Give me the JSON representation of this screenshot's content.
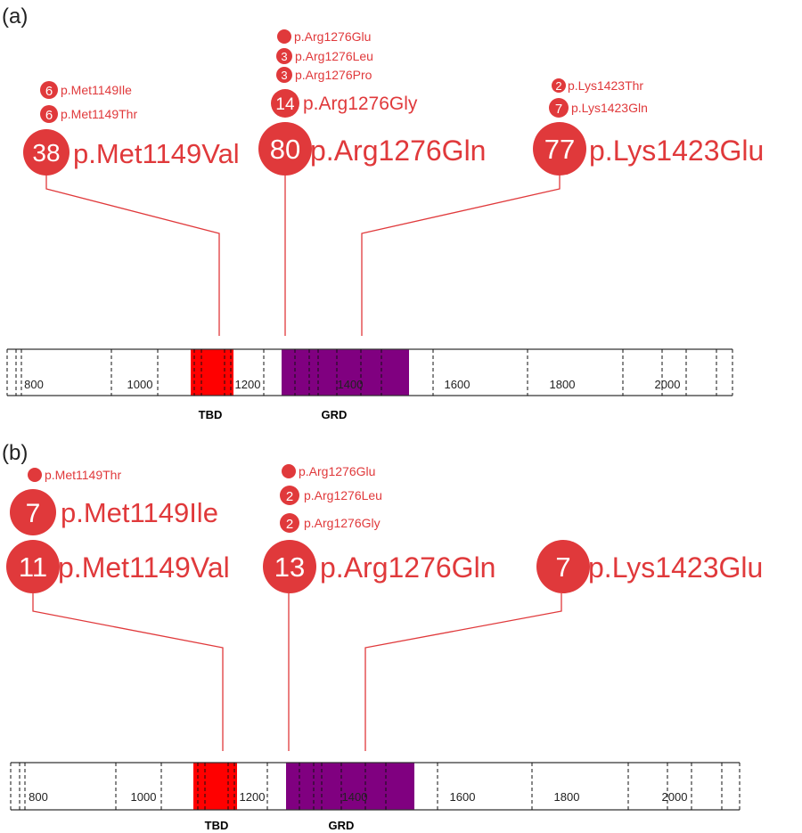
{
  "colors": {
    "mutation": "#E0393B",
    "tbd": "#FF0000",
    "grd": "#800080",
    "axis": "#333333"
  },
  "panels": [
    {
      "label": "(a)",
      "ticks": [
        "800",
        "1000",
        "1200",
        "1400",
        "1600",
        "1800",
        "2000"
      ],
      "domains": [
        {
          "label": "TBD",
          "kind": "tbd"
        },
        {
          "label": "GRD",
          "kind": "grd"
        }
      ],
      "clusters": [
        {
          "position": 1149,
          "mutations": [
            {
              "count": "6",
              "name": "p.Met1149Ile"
            },
            {
              "count": "6",
              "name": "p.Met1149Thr"
            },
            {
              "count": "38",
              "name": "p.Met1149Val"
            }
          ]
        },
        {
          "position": 1276,
          "mutations": [
            {
              "count": "",
              "name": "p.Arg1276Glu"
            },
            {
              "count": "3",
              "name": "p.Arg1276Leu"
            },
            {
              "count": "3",
              "name": "p.Arg1276Pro"
            },
            {
              "count": "14",
              "name": "p.Arg1276Gly"
            },
            {
              "count": "80",
              "name": "p.Arg1276Gln"
            }
          ]
        },
        {
          "position": 1423,
          "mutations": [
            {
              "count": "2",
              "name": "p.Lys1423Thr"
            },
            {
              "count": "7",
              "name": "p.Lys1423Gln"
            },
            {
              "count": "77",
              "name": "p.Lys1423Glu"
            }
          ]
        }
      ]
    },
    {
      "label": "(b)",
      "ticks": [
        "800",
        "1000",
        "1200",
        "1400",
        "1600",
        "1800",
        "2000"
      ],
      "domains": [
        {
          "label": "TBD",
          "kind": "tbd"
        },
        {
          "label": "GRD",
          "kind": "grd"
        }
      ],
      "clusters": [
        {
          "position": 1149,
          "mutations": [
            {
              "count": "",
              "name": "p.Met1149Thr"
            },
            {
              "count": "7",
              "name": "p.Met1149Ile"
            },
            {
              "count": "11",
              "name": "p.Met1149Val"
            }
          ]
        },
        {
          "position": 1276,
          "mutations": [
            {
              "count": "",
              "name": "p.Arg1276Glu"
            },
            {
              "count": "2",
              "name": "p.Arg1276Leu"
            },
            {
              "count": "2",
              "name": "p.Arg1276Gly"
            },
            {
              "count": "13",
              "name": "p.Arg1276Gln"
            }
          ]
        },
        {
          "position": 1423,
          "mutations": [
            {
              "count": "7",
              "name": "p.Lys1423Glu"
            }
          ]
        }
      ]
    }
  ]
}
